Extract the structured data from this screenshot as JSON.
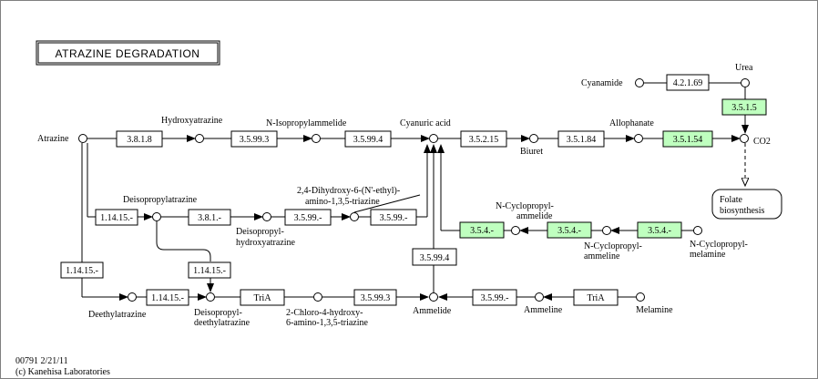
{
  "title": "ATRAZINE DEGRADATION",
  "footer": {
    "line1": "00791 2/21/11",
    "line2": "(c) Kanehisa Laboratories"
  },
  "colors": {
    "green_enzyme": "#bfffbf",
    "white_enzyme": "#ffffff",
    "line": "#000000"
  },
  "enzymes": {
    "e_3818": "3.8.1.8",
    "e_35993a": "3.5.99.3",
    "e_35994a": "3.5.99.4",
    "e_35215": "3.5.2.15",
    "e_35184": "3.5.1.84",
    "e_35154": "3.5.1.54",
    "e_35115": "3.5.1.5",
    "e_42169": "4.2.1.69",
    "e_11415a": "1.14.15.-",
    "e_381": "3.8.1.-",
    "e_3599a": "3.5.99.-",
    "e_3599b": "3.5.99.-",
    "e_354a": "3.5.4.-",
    "e_354b": "3.5.4.-",
    "e_354c": "3.5.4.-",
    "e_35994b": "3.5.99.4",
    "e_11415b": "1.14.15.-",
    "e_11415c": "1.14.15.-",
    "e_11415d": "1.14.15.-",
    "e_tria1": "TriA",
    "e_35993b": "3.5.99.3",
    "e_3599c": "3.5.99.-",
    "e_tria2": "TriA"
  },
  "compounds": {
    "atrazine": "Atrazine",
    "hydroxyatrazine": "Hydroxyatrazine",
    "n_isopropylammelide": "N-Isopropylammelide",
    "cyanuric_acid": "Cyanuric acid",
    "biuret": "Biuret",
    "allophanate": "Allophanate",
    "co2": "CO2",
    "urea": "Urea",
    "cyanamide": "Cyanamide",
    "folate": [
      "Folate",
      "biosynthesis"
    ],
    "deisopropylatrazine": "Deisopropylatrazine",
    "deisopropylhydroxyatrazine": [
      "Deisopropyl-",
      "hydroxyatrazine"
    ],
    "dihydroxy": [
      "2,4-Dihydroxy-6-(N'-ethyl)-",
      "amino-1,3,5-triazine"
    ],
    "n_cyclopropylammelide": [
      "N-Cyclopropyl-",
      "ammelide"
    ],
    "n_cyclopropylammeline": [
      "N-Cyclopropyl-",
      "ammeline"
    ],
    "n_cyclopropylmelamine": [
      "N-Cyclopropyl-",
      "melamine"
    ],
    "deethylatrazine": "Deethylatrazine",
    "deisopropyldeethylatrazine": [
      "Deisopropyl-",
      "deethylatrazine"
    ],
    "chloro_hydroxy": [
      "2-Chloro-4-hydroxy-",
      "6-amino-1,3,5-triazine"
    ],
    "ammelide": "Ammelide",
    "ammeline": "Ammeline",
    "melamine": "Melamine"
  }
}
